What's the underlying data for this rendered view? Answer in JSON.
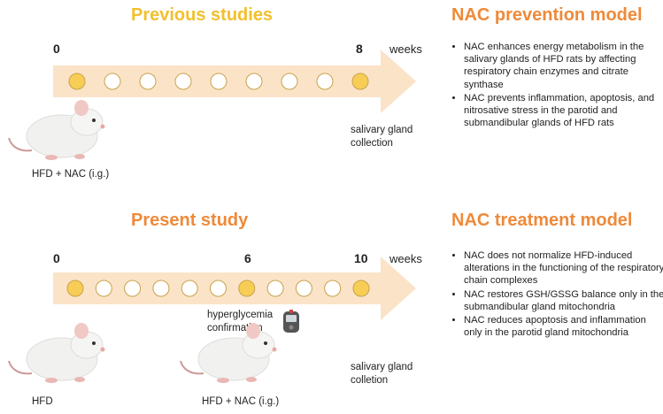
{
  "colors": {
    "accent_yellow": "#f2c02e",
    "accent_orange": "#ee8a3a",
    "arrow_fill": "#fbe3c8",
    "dot_filled": "#f7cd55",
    "dot_empty": "#ffffff"
  },
  "previous": {
    "title": "Previous studies",
    "start_label": "0",
    "end_label": "8",
    "weeks_label": "weeks",
    "dots_filled": [
      true,
      false,
      false,
      false,
      false,
      false,
      false,
      false,
      true
    ],
    "collection_label": "salivary gland collection",
    "mouse_caption": "HFD + NAC (i.g.)"
  },
  "prevention": {
    "title": "NAC prevention model",
    "bullets": [
      "NAC enhances energy metabolism in the salivary glands of HFD rats by affecting respiratory chain enzymes and citrate synthase",
      "NAC prevents inflammation, apoptosis, and nitrosative stress in the parotid and submandibular glands of HFD rats"
    ]
  },
  "present": {
    "title": "Present study",
    "start_label": "0",
    "mid_label": "6",
    "end_label": "10",
    "weeks_label": "weeks",
    "dots_filled": [
      true,
      false,
      false,
      false,
      false,
      false,
      true,
      false,
      false,
      false,
      true
    ],
    "hyperglycemia_label": "hyperglycemia confirmation",
    "collection_label": "salivary gland colletion",
    "mouse1_caption": "HFD",
    "mouse2_caption": "HFD + NAC (i.g.)"
  },
  "treatment": {
    "title": "NAC treatment model",
    "bullets": [
      "NAC does not normalize HFD-induced alterations in the functioning of the respiratory chain complexes",
      "NAC restores GSH/GSSG balance only in the submandibular gland mitochondria",
      "NAC reduces apoptosis and inflammation only in the parotid gland mitochondria"
    ]
  },
  "icons": {
    "mouse": "mouse-icon",
    "glucometer": "glucometer-icon"
  }
}
